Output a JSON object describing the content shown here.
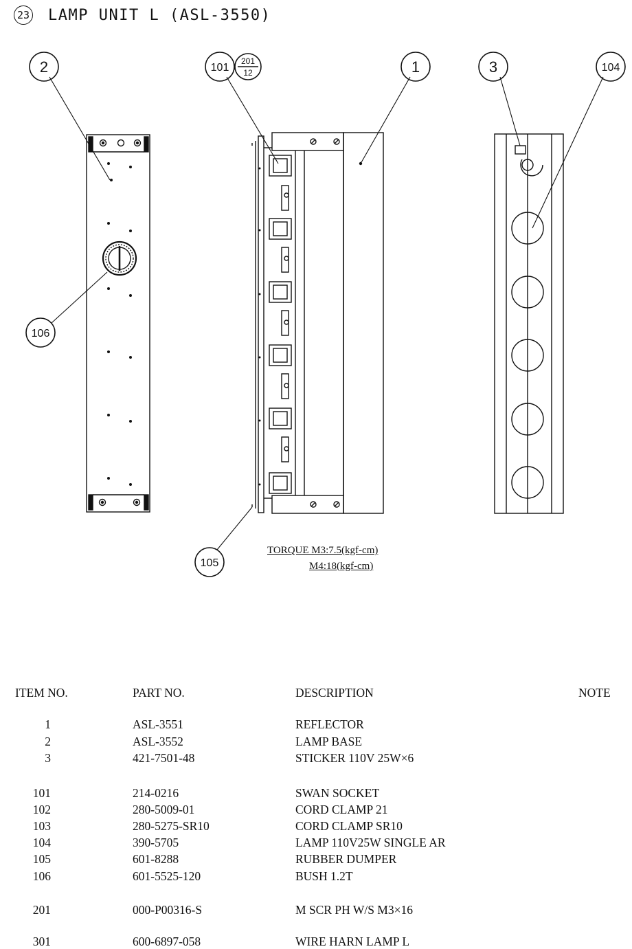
{
  "header": {
    "section_number": "23",
    "title": "LAMP UNIT L (ASL-3550)"
  },
  "callouts": [
    "1",
    "2",
    "3",
    "101",
    "104",
    "105",
    "106"
  ],
  "fraction_callout": {
    "numerator": "201",
    "denominator": "12"
  },
  "torque": {
    "line1": "TORQUE M3:7.5(kgf-cm)",
    "line2": "M4:18(kgf-cm)"
  },
  "table": {
    "headers": {
      "item": "ITEM NO.",
      "part": "PART NO.",
      "description": "DESCRIPTION",
      "note": "NOTE"
    },
    "rows": [
      {
        "item": "1",
        "part": "ASL-3551",
        "description": "REFLECTOR"
      },
      {
        "item": "2",
        "part": "ASL-3552",
        "description": "LAMP BASE"
      },
      {
        "item": "3",
        "part": "421-7501-48",
        "description": "STICKER 110V 25W×6"
      },
      {
        "item": "101",
        "part": "214-0216",
        "description": "SWAN SOCKET"
      },
      {
        "item": "102",
        "part": "280-5009-01",
        "description": "CORD CLAMP 21"
      },
      {
        "item": "103",
        "part": "280-5275-SR10",
        "description": "CORD CLAMP SR10"
      },
      {
        "item": "104",
        "part": "390-5705",
        "description": "LAMP 110V25W SINGLE AR"
      },
      {
        "item": "105",
        "part": "601-8288",
        "description": "RUBBER DUMPER"
      },
      {
        "item": "106",
        "part": "601-5525-120",
        "description": "BUSH 1.2T"
      },
      {
        "item": "201",
        "part": "000-P00316-S",
        "description": "M SCR PH W/S M3×16"
      },
      {
        "item": "301",
        "part": "600-6897-058",
        "description": "WIRE HARN LAMP L"
      }
    ]
  }
}
